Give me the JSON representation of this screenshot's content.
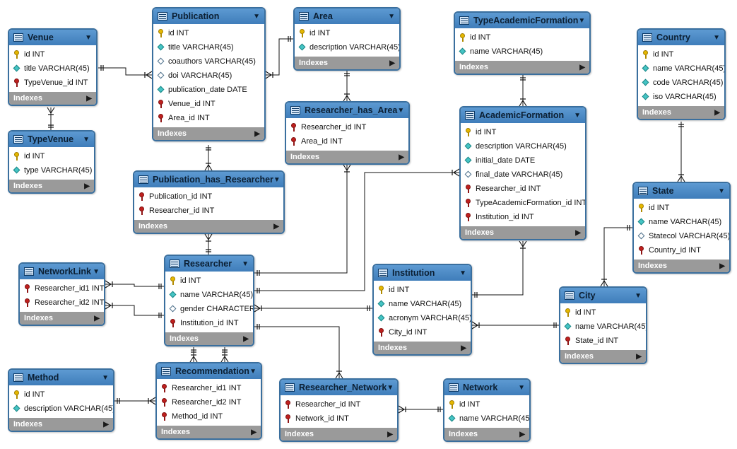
{
  "indexes_label": "Indexes",
  "colors": {
    "header": "#4a88c4",
    "border": "#3a6f9e",
    "indexes": "#9a9a9a",
    "primary_key": "#e6b800",
    "foreign_key": "#c0201e",
    "column": "#45c4c4",
    "line": "#111111"
  },
  "tables": [
    {
      "id": "venue",
      "name": "Venue",
      "columns": [
        {
          "name": "id INT",
          "type": "pk"
        },
        {
          "name": "title VARCHAR(45)",
          "type": "nn"
        },
        {
          "name": "TypeVenue_id INT",
          "type": "fk"
        }
      ]
    },
    {
      "id": "typevenue",
      "name": "TypeVenue",
      "columns": [
        {
          "name": "id INT",
          "type": "pk"
        },
        {
          "name": "type VARCHAR(45)",
          "type": "nn"
        }
      ]
    },
    {
      "id": "publication",
      "name": "Publication",
      "columns": [
        {
          "name": "id INT",
          "type": "pk"
        },
        {
          "name": "title VARCHAR(45)",
          "type": "nn"
        },
        {
          "name": "coauthors VARCHAR(45)",
          "type": "col"
        },
        {
          "name": "doi VARCHAR(45)",
          "type": "col"
        },
        {
          "name": "publication_date DATE",
          "type": "nn"
        },
        {
          "name": "Venue_id INT",
          "type": "fk"
        },
        {
          "name": "Area_id INT",
          "type": "fk"
        }
      ]
    },
    {
      "id": "area",
      "name": "Area",
      "columns": [
        {
          "name": "id INT",
          "type": "pk"
        },
        {
          "name": "description VARCHAR(45)",
          "type": "nn"
        }
      ]
    },
    {
      "id": "researcher_has_area",
      "name": "Researcher_has_Area",
      "columns": [
        {
          "name": "Researcher_id INT",
          "type": "fk"
        },
        {
          "name": "Area_id INT",
          "type": "fk"
        }
      ]
    },
    {
      "id": "publication_has_researcher",
      "name": "Publication_has_Researcher",
      "columns": [
        {
          "name": "Publication_id INT",
          "type": "fk"
        },
        {
          "name": "Researcher_id INT",
          "type": "fk"
        }
      ]
    },
    {
      "id": "typeacademicformation",
      "name": "TypeAcademicFormation",
      "columns": [
        {
          "name": "id INT",
          "type": "pk"
        },
        {
          "name": "name VARCHAR(45)",
          "type": "nn"
        }
      ]
    },
    {
      "id": "academicformation",
      "name": "AcademicFormation",
      "columns": [
        {
          "name": "id INT",
          "type": "pk"
        },
        {
          "name": "description VARCHAR(45)",
          "type": "nn"
        },
        {
          "name": "initial_date DATE",
          "type": "nn"
        },
        {
          "name": "final_date VARCHAR(45)",
          "type": "col"
        },
        {
          "name": "Researcher_id INT",
          "type": "fk"
        },
        {
          "name": "TypeAcademicFormation_id INT",
          "type": "fk"
        },
        {
          "name": "Institution_id INT",
          "type": "fk"
        }
      ]
    },
    {
      "id": "country",
      "name": "Country",
      "columns": [
        {
          "name": "id INT",
          "type": "pk"
        },
        {
          "name": "name VARCHAR(45)",
          "type": "nn"
        },
        {
          "name": "code VARCHAR(45)",
          "type": "nn"
        },
        {
          "name": "iso VARCHAR(45)",
          "type": "nn"
        }
      ]
    },
    {
      "id": "state",
      "name": "State",
      "columns": [
        {
          "name": "id INT",
          "type": "pk"
        },
        {
          "name": "name VARCHAR(45)",
          "type": "nn"
        },
        {
          "name": "Statecol VARCHAR(45)",
          "type": "col"
        },
        {
          "name": "Country_id INT",
          "type": "fk"
        }
      ]
    },
    {
      "id": "networklink",
      "name": "NetworkLink",
      "columns": [
        {
          "name": "Researcher_id1 INT",
          "type": "fk"
        },
        {
          "name": "Researcher_id2 INT",
          "type": "fk"
        }
      ]
    },
    {
      "id": "researcher",
      "name": "Researcher",
      "columns": [
        {
          "name": "id INT",
          "type": "pk"
        },
        {
          "name": "name VARCHAR(45)",
          "type": "nn"
        },
        {
          "name": "gender CHARACTER",
          "type": "col"
        },
        {
          "name": "Institution_id INT",
          "type": "fk"
        }
      ]
    },
    {
      "id": "institution",
      "name": "Institution",
      "columns": [
        {
          "name": "id INT",
          "type": "pk"
        },
        {
          "name": "name VARCHAR(45)",
          "type": "nn"
        },
        {
          "name": "acronym VARCHAR(45)",
          "type": "nn"
        },
        {
          "name": "City_id INT",
          "type": "fk"
        }
      ]
    },
    {
      "id": "city",
      "name": "City",
      "columns": [
        {
          "name": "id INT",
          "type": "pk"
        },
        {
          "name": "name VARCHAR(45)",
          "type": "nn"
        },
        {
          "name": "State_id INT",
          "type": "fk"
        }
      ]
    },
    {
      "id": "method",
      "name": "Method",
      "columns": [
        {
          "name": "id INT",
          "type": "pk"
        },
        {
          "name": "description VARCHAR(45)",
          "type": "nn"
        }
      ]
    },
    {
      "id": "recommendation",
      "name": "Recommendation",
      "columns": [
        {
          "name": "Researcher_id1 INT",
          "type": "fk"
        },
        {
          "name": "Researcher_id2 INT",
          "type": "fk"
        },
        {
          "name": "Method_id INT",
          "type": "fk"
        }
      ]
    },
    {
      "id": "researcher_network",
      "name": "Researcher_Network",
      "columns": [
        {
          "name": "Researcher_id INT",
          "type": "fk"
        },
        {
          "name": "Network_id INT",
          "type": "fk"
        }
      ]
    },
    {
      "id": "network",
      "name": "Network",
      "columns": [
        {
          "name": "id INT",
          "type": "pk"
        },
        {
          "name": "name VARCHAR(45)",
          "type": "nn"
        }
      ]
    }
  ]
}
